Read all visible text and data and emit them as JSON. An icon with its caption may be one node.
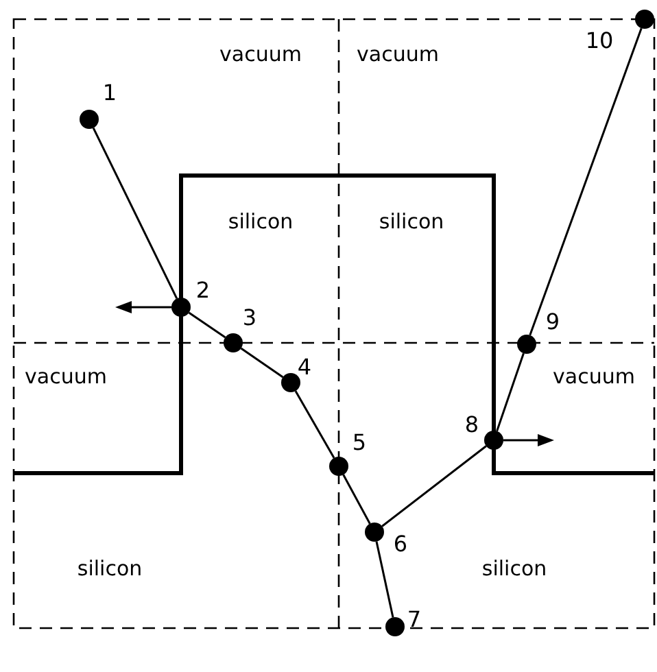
{
  "diagram": {
    "nodes": [
      {
        "text": [],
        "shape": "circle",
        "beside": [
          "1"
        ]
      },
      {
        "text": [],
        "shape": "circle",
        "beside": [
          "2"
        ]
      },
      {
        "text": [],
        "shape": "circle",
        "beside": [
          "3"
        ]
      },
      {
        "text": [],
        "shape": "circle",
        "beside": [
          "4"
        ]
      },
      {
        "text": [],
        "shape": "circle",
        "beside": [
          "5"
        ]
      },
      {
        "text": [],
        "shape": "circle",
        "beside": [
          "6"
        ]
      },
      {
        "text": [],
        "shape": "circle",
        "beside": [
          "7"
        ]
      },
      {
        "text": [],
        "shape": "circle",
        "beside": [
          "8"
        ]
      },
      {
        "text": [],
        "shape": "circle",
        "beside": [
          "9"
        ]
      },
      {
        "text": [],
        "shape": "circle",
        "beside": [
          "10"
        ]
      }
    ],
    "edges": [
      {
        "from": 0,
        "to": 1,
        "arrow": "none"
      },
      {
        "from": 1,
        "to": 2,
        "arrow": "none"
      },
      {
        "from": 2,
        "to": 3,
        "arrow": "none"
      },
      {
        "from": 3,
        "to": 4,
        "arrow": "none"
      },
      {
        "from": 4,
        "to": 5,
        "arrow": "none"
      },
      {
        "from": 5,
        "to": 6,
        "arrow": "none"
      },
      {
        "from": 5,
        "to": 7,
        "arrow": "none"
      },
      {
        "from": 7,
        "to": 8,
        "arrow": "none"
      },
      {
        "from": 8,
        "to": 9,
        "arrow": "none"
      }
    ],
    "labels": [
      "vacuum",
      "vacuum",
      "silicon",
      "silicon",
      "vacuum",
      "vacuum",
      "silicon",
      "silicon"
    ]
  }
}
